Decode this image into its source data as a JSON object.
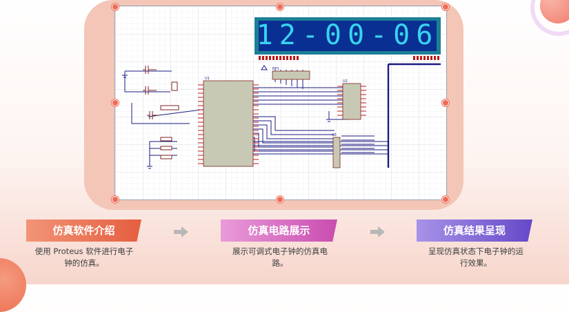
{
  "display": {
    "digits": "12-00-06"
  },
  "steps": [
    {
      "title": "仿真软件介绍",
      "desc_line1": "使用 Proteus 软件进行电子",
      "desc_line2": "钟的仿真。"
    },
    {
      "title": "仿真电路展示",
      "desc_line1": "展示可调式电子钟的仿真电",
      "desc_line2": "路。"
    },
    {
      "title": "仿真结果呈现",
      "desc_line1": "呈现仿真状态下电子钟的运",
      "desc_line2": "行效果。"
    }
  ],
  "colors": {
    "label1": "#e45e3f",
    "label2": "#c94cb0",
    "label3": "#6548c8",
    "wire": "#1a1a80",
    "segment": "#38d4ef",
    "ic_fill": "#c8c9b4"
  },
  "icons": {
    "step_arrow": "arrow-right-icon",
    "selection_handle": "handle-dot-icon"
  }
}
